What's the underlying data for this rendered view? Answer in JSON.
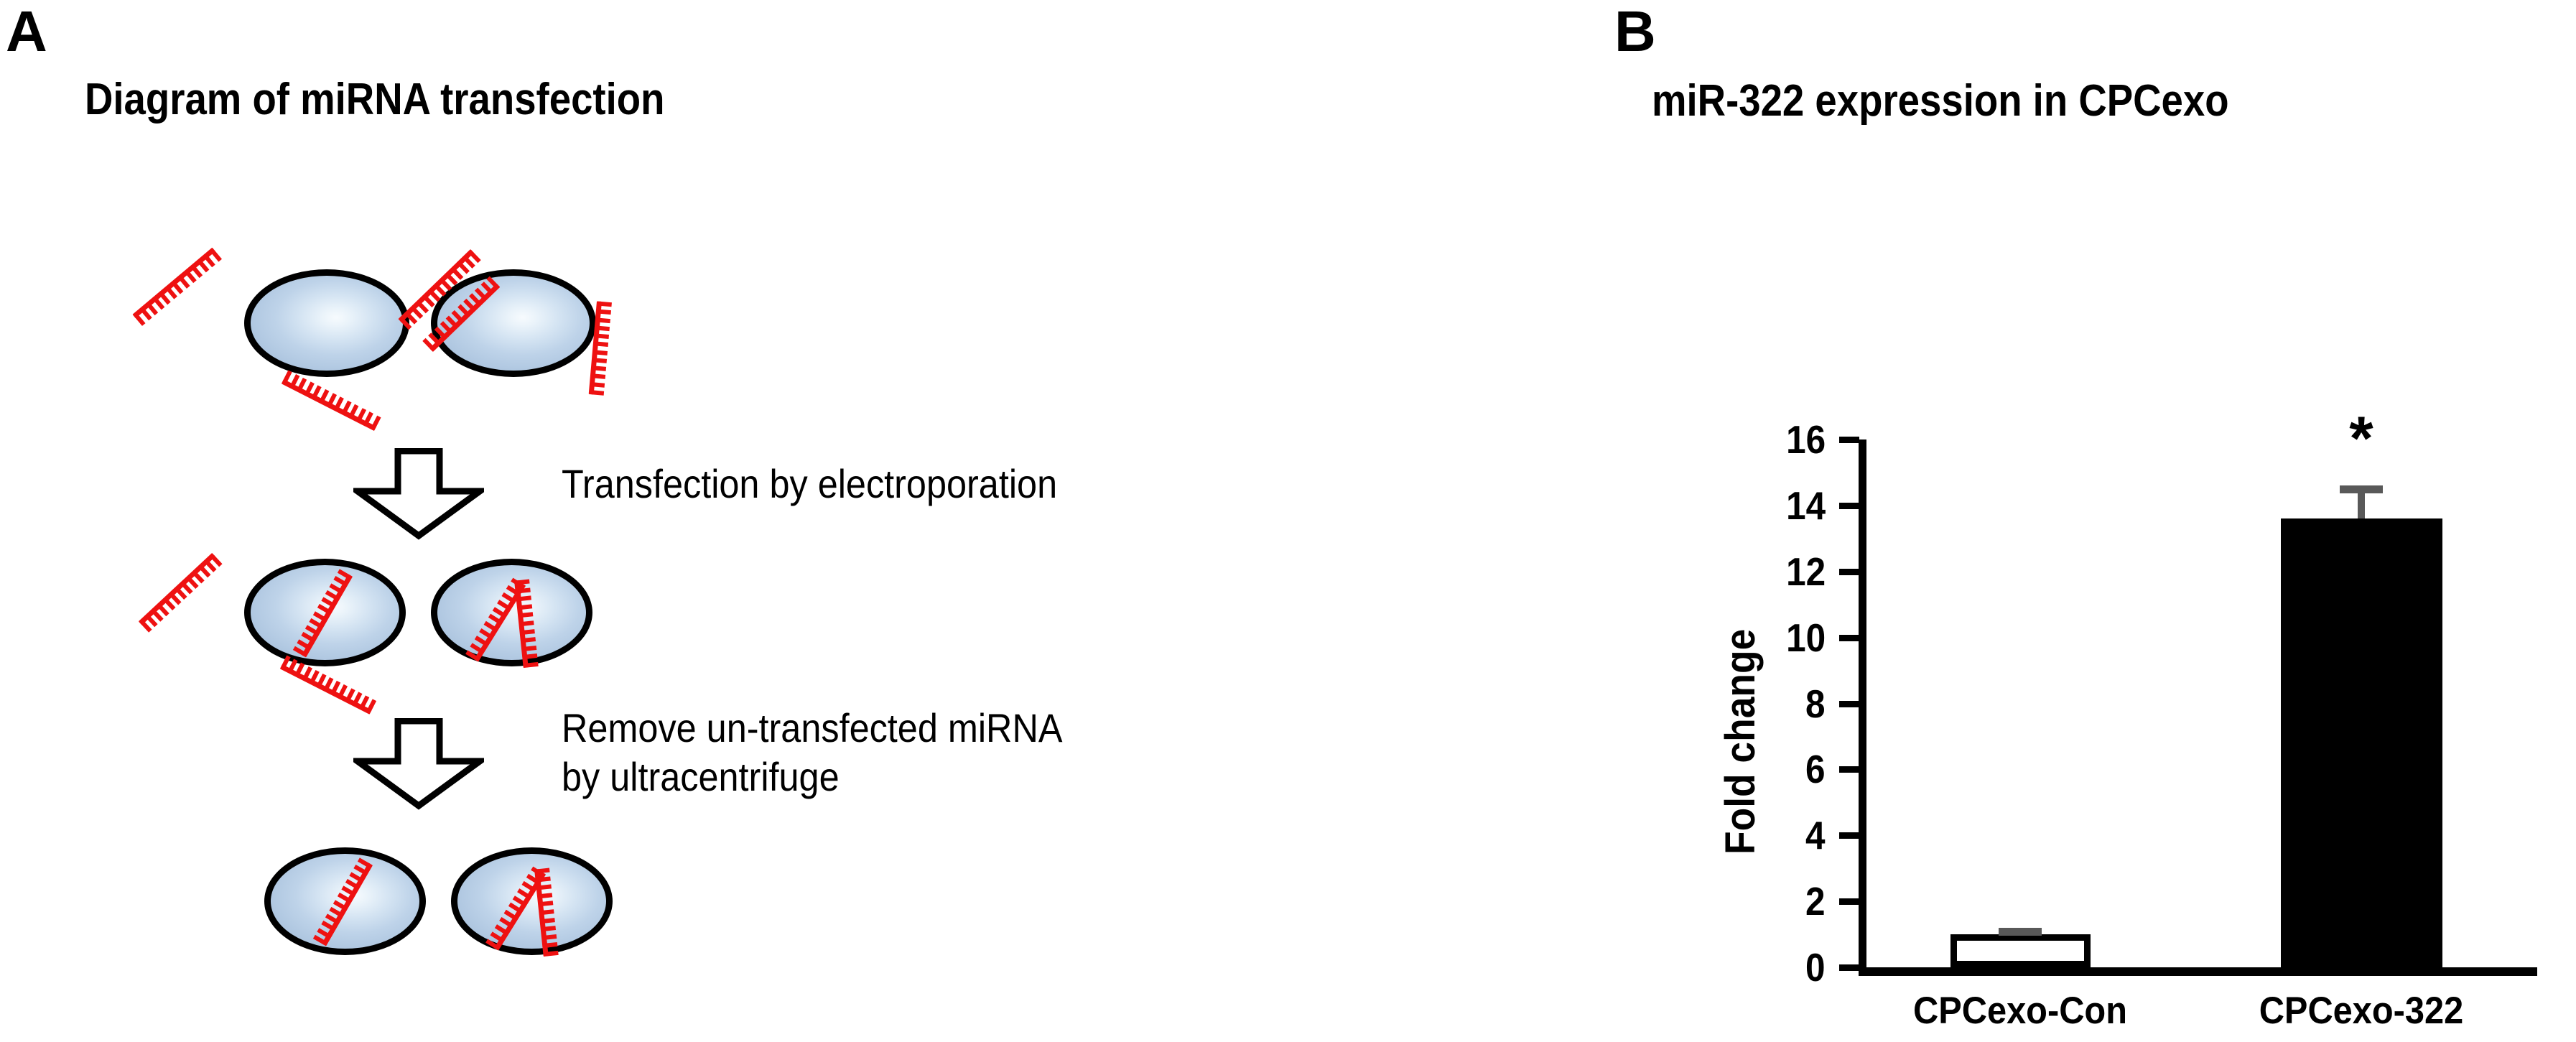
{
  "figure": {
    "panels": [
      {
        "letter": "A",
        "title": "Diagram of miRNA transfection",
        "steps": [
          {
            "label": "Transfection by electroporation"
          },
          {
            "label": "Remove un-transfected miRNA\nby ultracentrifuge"
          }
        ],
        "stages": [
          {
            "name": "before-transfection",
            "cells": 2,
            "miRNA_inside": 0,
            "miRNA_outside": 5
          },
          {
            "name": "after-electroporation",
            "cells": 2,
            "miRNA_inside": 3,
            "miRNA_outside": 2
          },
          {
            "name": "after-ultracentrifuge",
            "cells": 2,
            "miRNA_inside": 3,
            "miRNA_outside": 0
          }
        ]
      },
      {
        "letter": "B",
        "title": "miR-322 expression in CPCexo"
      }
    ]
  },
  "chart_data": {
    "type": "bar",
    "title": "miR-322 expression in CPCexo",
    "xlabel": "",
    "ylabel": "Fold change",
    "categories": [
      "CPCexo-Con",
      "CPCexo-322"
    ],
    "values": [
      1.0,
      13.6
    ],
    "errors": [
      0.2,
      1.0
    ],
    "ylim": [
      0,
      16
    ],
    "yticks": [
      0,
      2,
      4,
      6,
      8,
      10,
      12,
      14,
      16
    ],
    "ytick_labels": [
      "0",
      "2",
      "4",
      "6",
      "8",
      "10",
      "12",
      "14",
      "16"
    ],
    "grid": false,
    "legend": null,
    "bar_styles": [
      "open-white-black-outline",
      "solid-black"
    ],
    "annotations": [
      {
        "text": "*",
        "category": "CPCexo-322",
        "meaning": "significant vs control"
      }
    ],
    "colors": {
      "bar_open_fill": "#ffffff",
      "bar_open_edge": "#000000",
      "bar_filled": "#000000",
      "error_bar": "#595959",
      "axis": "#000000"
    }
  },
  "diagram_colors": {
    "cell_outline": "#000000",
    "cell_fill_center": "#f7fbfe",
    "cell_fill_edge": "#aec6e0",
    "mirna": "#ee1111",
    "arrow_outline": "#000000",
    "arrow_fill": "#ffffff"
  },
  "icons": {
    "down-arrow-icon": "⇩",
    "cell-icon": "ellipse",
    "mirna-strand-icon": "comb"
  }
}
